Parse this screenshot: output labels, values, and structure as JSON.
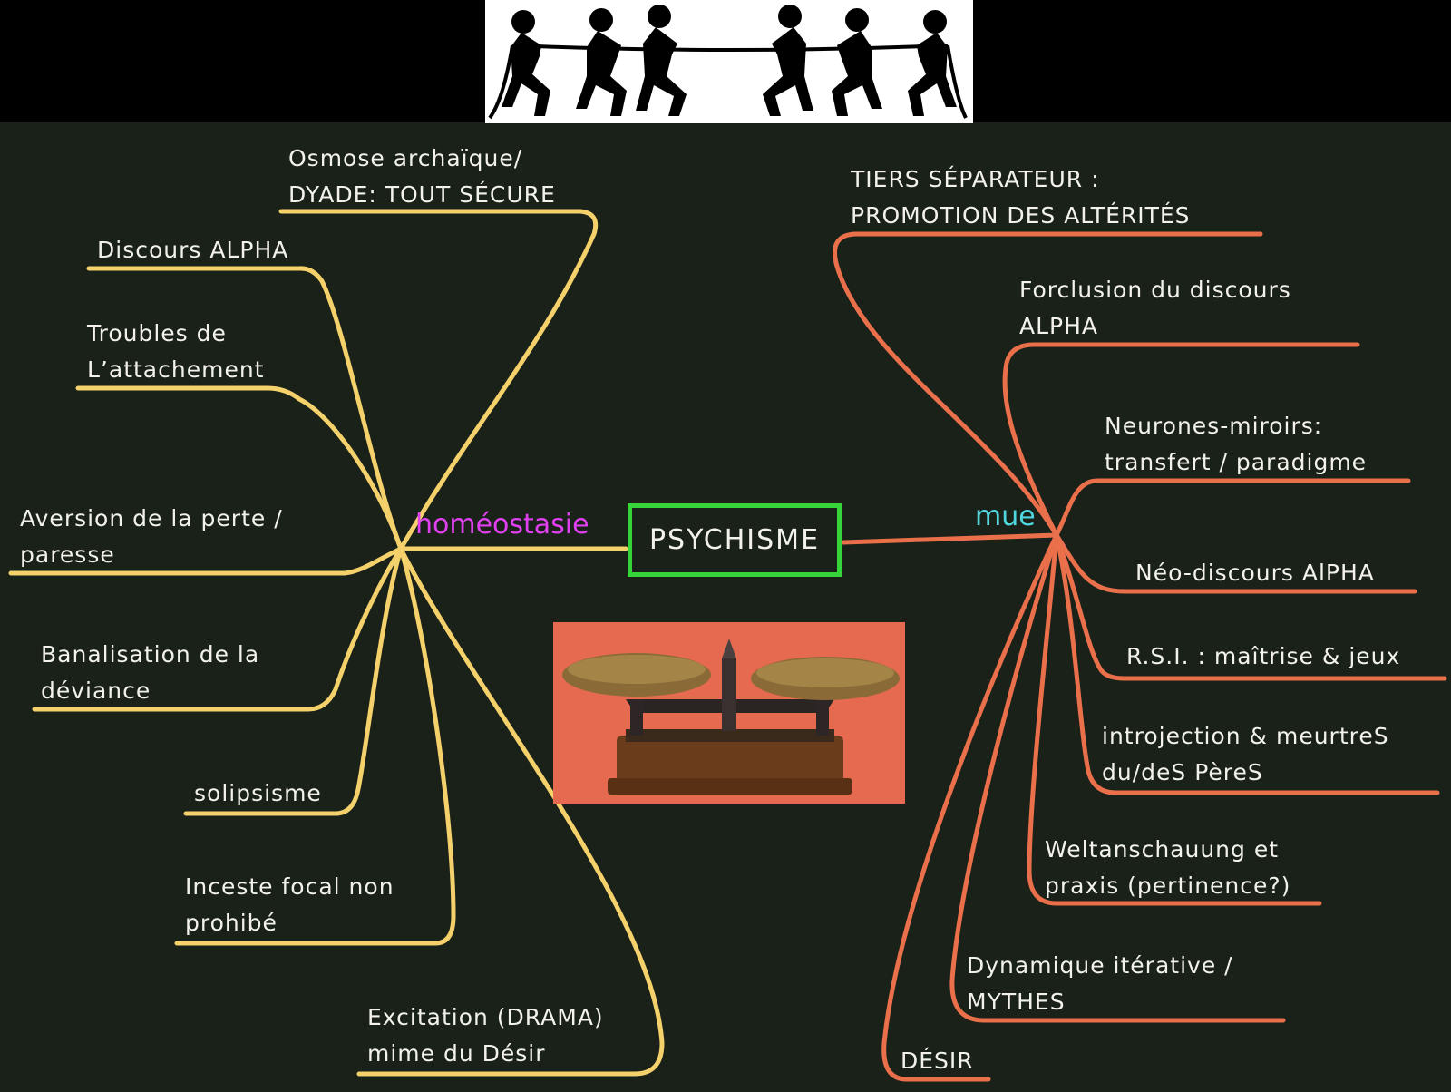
{
  "colors": {
    "background": "#1a2119",
    "left_branch": "#f4d16b",
    "right_branch": "#e9704b",
    "center_border": "#36d63a",
    "homeostasie": "#e040f0",
    "mue": "#4fd8e0"
  },
  "center_label": "PSYCHISME",
  "left_hub_label": "homéostasie",
  "right_hub_label": "mue",
  "left_items": [
    {
      "lines": [
        "Osmose archaïque/",
        "DYADE: TOUT SÉCURE"
      ]
    },
    {
      "lines": [
        "Discours ALPHA"
      ]
    },
    {
      "lines": [
        "Troubles de",
        "L’attachement"
      ]
    },
    {
      "lines": [
        "Aversion de la perte /",
        "paresse"
      ]
    },
    {
      "lines": [
        "Banalisation de la",
        "déviance"
      ]
    },
    {
      "lines": [
        "solipsisme"
      ]
    },
    {
      "lines": [
        "Inceste focal non",
        "prohibé"
      ]
    },
    {
      "lines": [
        "Excitation (DRAMA)",
        "mime du Désir"
      ]
    }
  ],
  "right_items": [
    {
      "lines": [
        "TIERS SÉPARATEUR :",
        "PROMOTION DES ALTÉRITÉS"
      ]
    },
    {
      "lines": [
        "Forclusion du discours",
        "ALPHA"
      ]
    },
    {
      "lines": [
        "Neurones-miroirs:",
        "transfert / paradigme"
      ]
    },
    {
      "lines": [
        "Néo-discours AlPHA"
      ]
    },
    {
      "lines": [
        "R.S.I. : maîtrise & jeux"
      ]
    },
    {
      "lines": [
        "introjection & meurtreS",
        "du/deS PèreS"
      ]
    },
    {
      "lines": [
        "Weltanschauung et",
        "praxis (pertinence?)"
      ]
    },
    {
      "lines": [
        "Dynamique itérative /",
        "MYTHES"
      ]
    },
    {
      "lines": [
        "DÉSIR"
      ]
    }
  ],
  "images": {
    "banner_icon": "tug-of-war-icon",
    "photo_icon": "balance-scale-icon"
  }
}
